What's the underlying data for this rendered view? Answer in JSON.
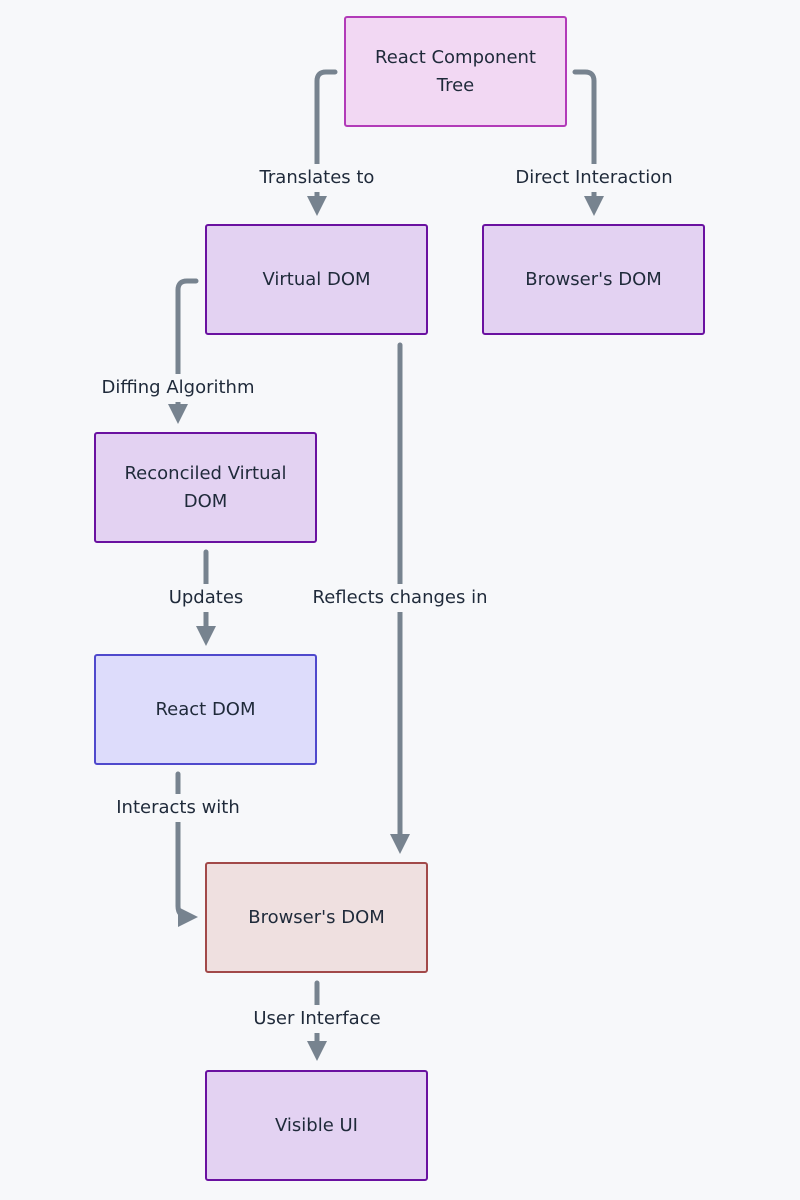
{
  "nodes": {
    "react_component_tree": "React Component Tree",
    "virtual_dom": "Virtual DOM",
    "browsers_dom_top": "Browser's DOM",
    "reconciled_virtual_dom": "Reconciled Virtual DOM",
    "react_dom": "React DOM",
    "browsers_dom_bottom": "Browser's DOM",
    "visible_ui": "Visible UI"
  },
  "edges": {
    "translates_to": "Translates to",
    "direct_interaction": "Direct Interaction",
    "diffing_algorithm": "Diffing Algorithm",
    "updates": "Updates",
    "reflects_changes_in": "Reflects changes in",
    "interacts_with": "Interacts with",
    "user_interface": "User Interface"
  },
  "colors": {
    "background": "#f7f8fa",
    "edge": "#77838f",
    "node_pink_fill": "#f2d8f3",
    "node_purple_fill": "#e3d2f2",
    "node_blue_fill": "#dddcfb",
    "node_rose_fill": "#efe0e0"
  }
}
